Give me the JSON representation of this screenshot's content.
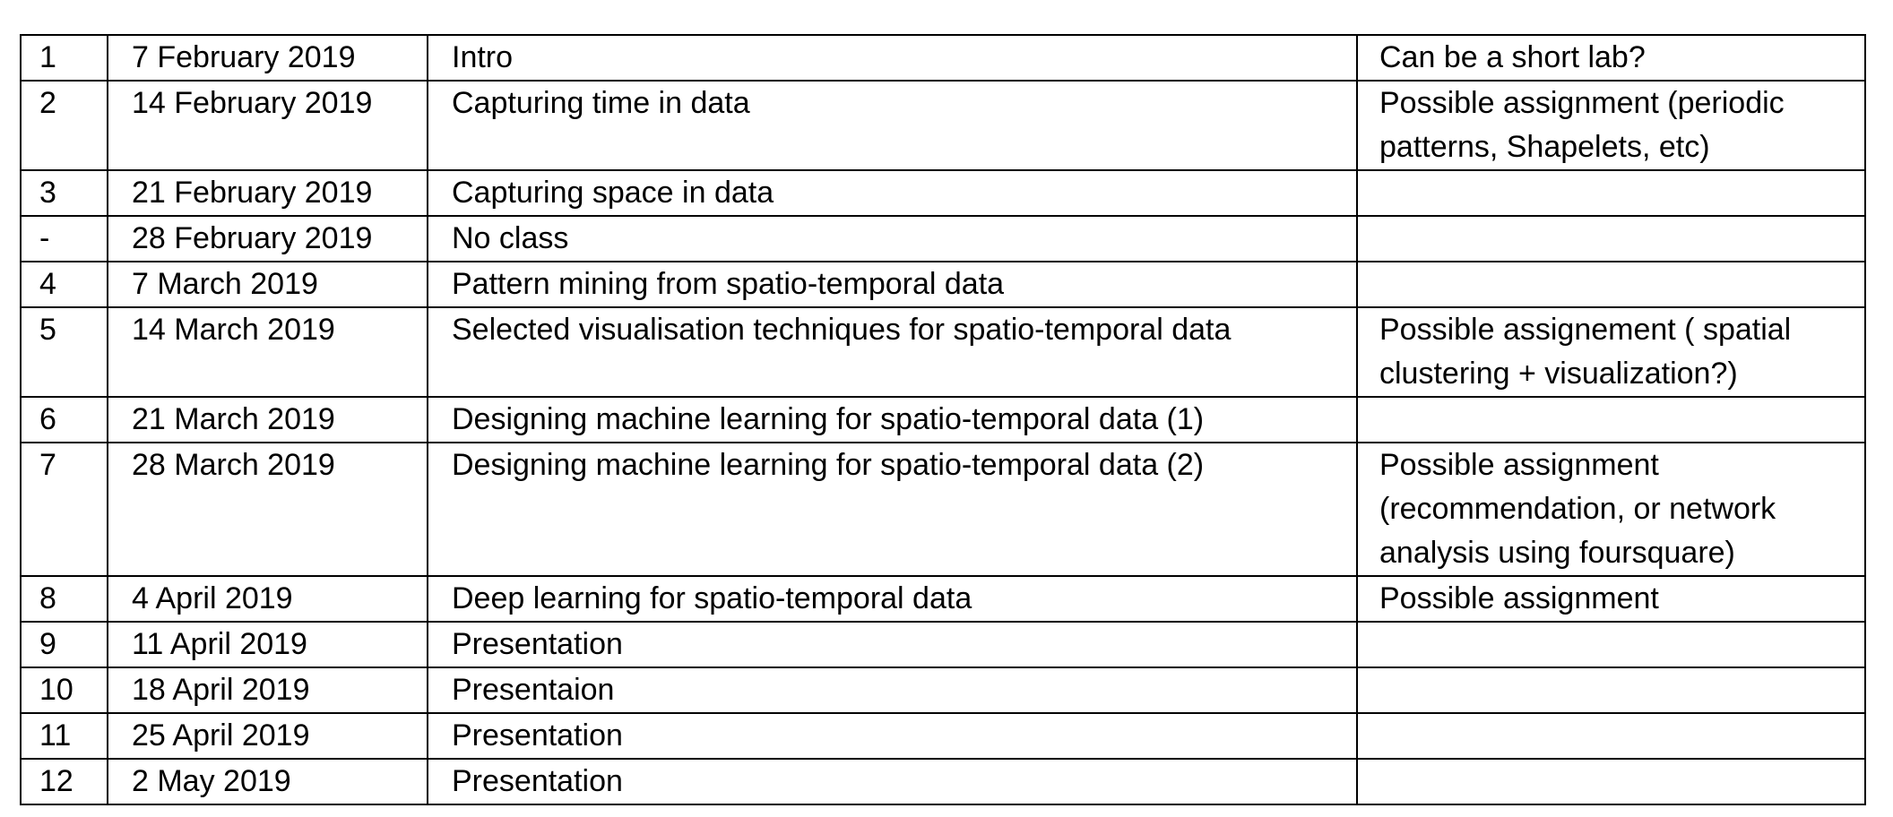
{
  "schedule": {
    "rows": [
      {
        "num": "1",
        "date": "7 February 2019",
        "topic": " Intro",
        "notes": [
          "Can be a short lab?"
        ]
      },
      {
        "num": "2",
        "date": "14 February 2019",
        "topic": "Capturing time in data",
        "notes": [
          "Possible assignment (periodic",
          "patterns, Shapelets, etc)"
        ]
      },
      {
        "num": "3",
        "date": "21 February 2019",
        "topic": "Capturing space in data",
        "notes": []
      },
      {
        "num": "-",
        "date": "28 February 2019",
        "topic": "No class",
        "notes": []
      },
      {
        "num": "4",
        "date": "7 March 2019",
        "topic": "Pattern mining from spatio-temporal data",
        "notes": []
      },
      {
        "num": "5",
        "date": "14 March 2019",
        "topic": "Selected visualisation techniques for spatio-temporal data",
        "notes": [
          "Possible assignement ( spatial",
          "clustering + visualization?)"
        ]
      },
      {
        "num": "6",
        "date": "21 March 2019",
        "topic": "Designing machine learning for spatio-temporal data (1)",
        "notes": []
      },
      {
        "num": "7",
        "date": "28 March 2019",
        "topic": "Designing machine learning for spatio-temporal data (2)",
        "notes": [
          "Possible assignment",
          "(recommendation, or network",
          "analysis using foursquare)"
        ]
      },
      {
        "num": "8",
        "date": "4 April 2019",
        "topic": "Deep learning for spatio-temporal data",
        "notes": [
          "Possible assignment"
        ]
      },
      {
        "num": "9",
        "date": "11 April 2019",
        "topic": "Presentation",
        "notes": []
      },
      {
        "num": "10",
        "date": "18 April 2019",
        "topic": "Presentaion",
        "notes": []
      },
      {
        "num": "11",
        "date": "25 April 2019",
        "topic": "Presentation",
        "notes": []
      },
      {
        "num": "12",
        "date": "2 May 2019",
        "topic": "Presentation",
        "notes": []
      }
    ]
  }
}
